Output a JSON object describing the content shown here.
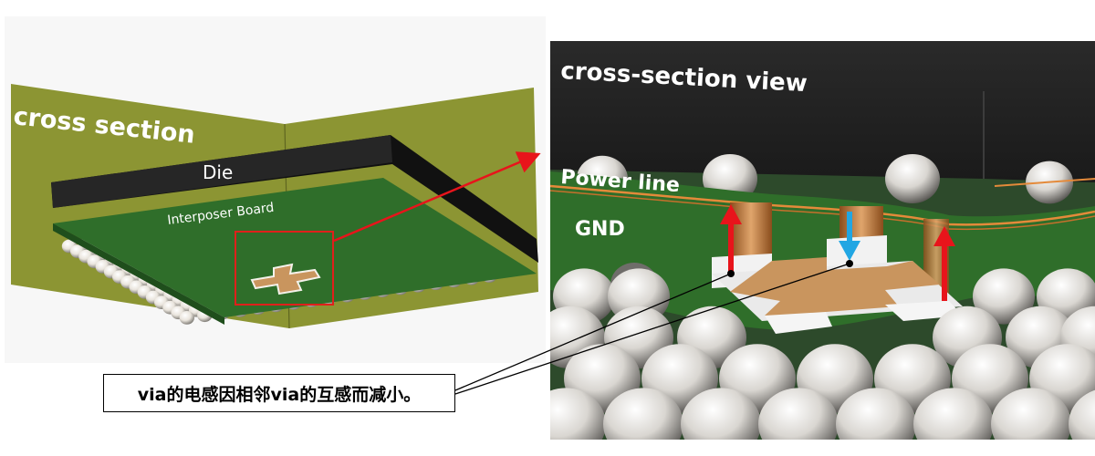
{
  "left_view": {
    "title": "cross section",
    "die_label": "Die",
    "interposer_label": "Interposer Board"
  },
  "right_view": {
    "title": "cross-section view",
    "power_label": "Power line",
    "gnd_label": "GND"
  },
  "callout": {
    "text": "via的电感因相邻via的互感而减小。"
  },
  "colors": {
    "section_plane": "#8c9533",
    "die": "#222222",
    "board": "#2f6e2a",
    "solder_ball": "#f2efe9",
    "pad": "#c9955e",
    "copper": "#c07d45",
    "current_up_arrow": "#e8141b",
    "current_down_arrow": "#21a6e3",
    "highlight_box": "#e0201b"
  },
  "current_arrows": [
    {
      "direction": "up"
    },
    {
      "direction": "down"
    },
    {
      "direction": "up"
    }
  ]
}
